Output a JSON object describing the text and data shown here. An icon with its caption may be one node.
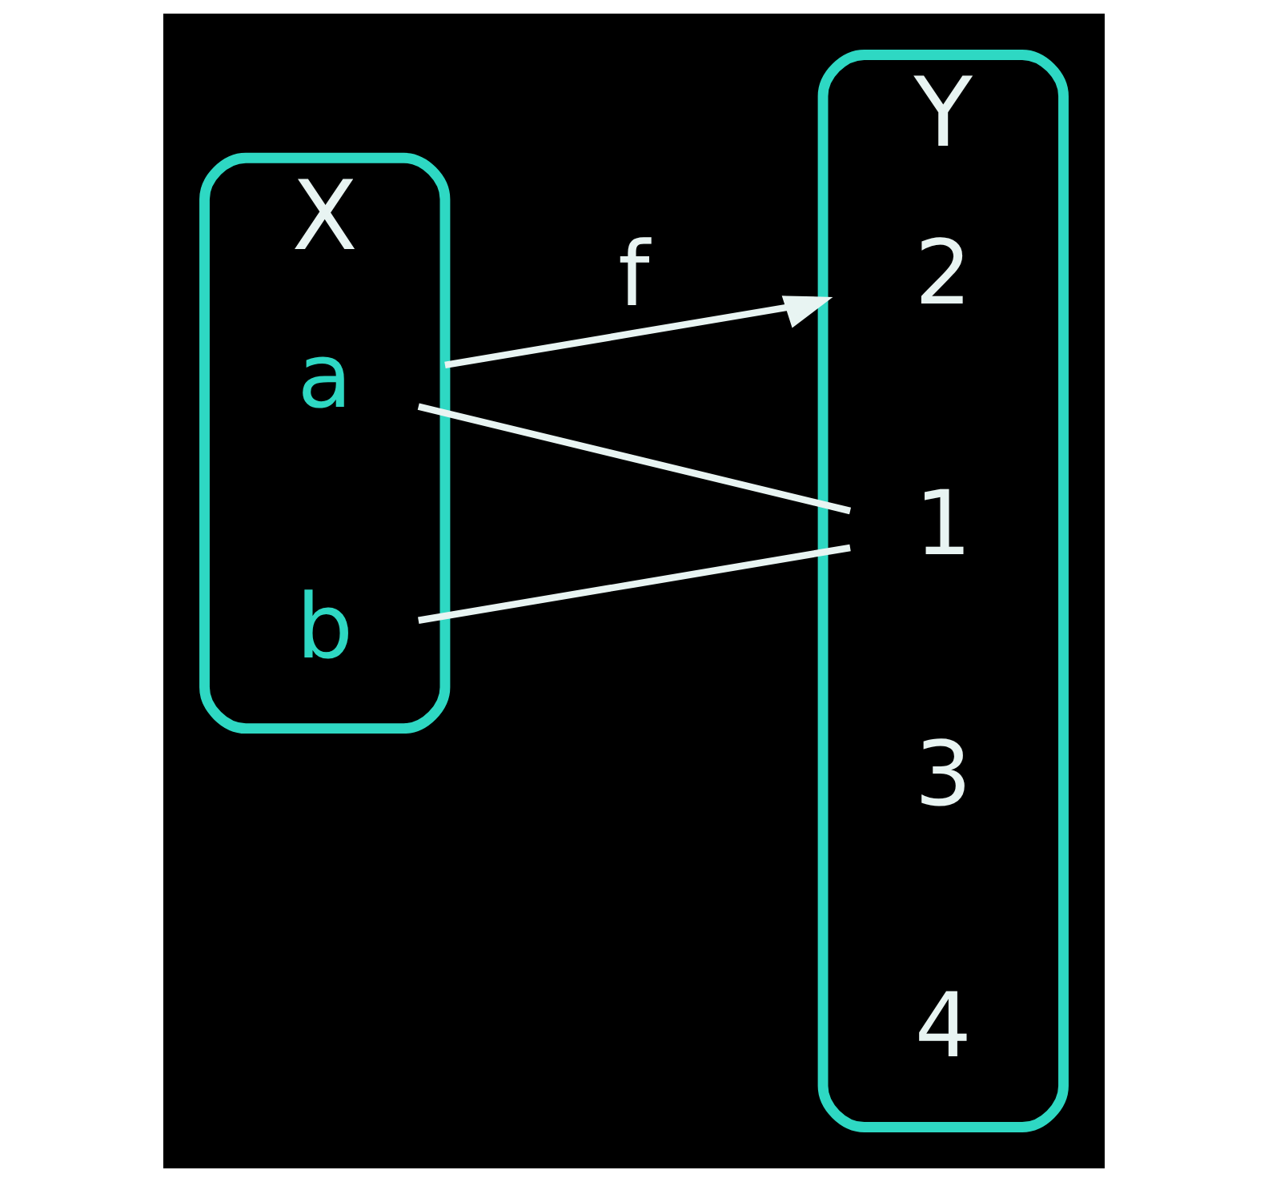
{
  "diagram": {
    "nodes": [
      {
        "text": [
          "X"
        ]
      },
      {
        "text": [
          "a"
        ],
        "in": 0
      },
      {
        "text": [
          "b"
        ],
        "in": 0
      },
      {
        "text": [
          "Y"
        ]
      },
      {
        "text": [
          "1"
        ],
        "in": 3
      },
      {
        "text": [
          "2"
        ],
        "in": 3
      },
      {
        "text": [
          "3"
        ],
        "in": 3
      },
      {
        "text": [
          "4"
        ],
        "in": 3
      }
    ],
    "edges": [
      {
        "from": 0,
        "to": 3,
        "arrow": "to",
        "label": "f"
      },
      {
        "from": 1,
        "to": 4,
        "arrow": "none"
      },
      {
        "from": 2,
        "to": 4,
        "arrow": "none"
      }
    ]
  }
}
